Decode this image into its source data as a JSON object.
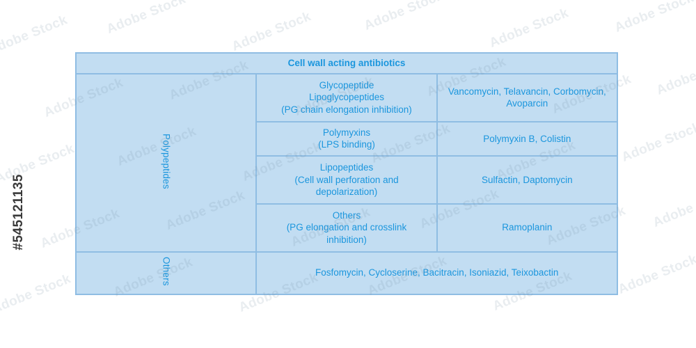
{
  "watermark": {
    "text": "Adobe Stock",
    "stock_id": "#545121135"
  },
  "table": {
    "header": "Cell wall acting antibiotics",
    "groups": [
      {
        "label": "Polypeptides"
      },
      {
        "label": "Others"
      }
    ],
    "rows": [
      {
        "group": "Polypeptides",
        "category_lines": [
          "Glycopeptide",
          "Lipoglycopeptides",
          "(PG chain elongation inhibition)"
        ],
        "drugs": "Vancomycin, Telavancin, Corbomycin, Avoparcin"
      },
      {
        "group": "Polypeptides",
        "category_lines": [
          "Polymyxins",
          "(LPS binding)"
        ],
        "drugs": "Polymyxin B, Colistin"
      },
      {
        "group": "Polypeptides",
        "category_lines": [
          "Lipopeptides",
          "(Cell wall perforation and",
          "depolarization)"
        ],
        "drugs": "Sulfactin, Daptomycin"
      },
      {
        "group": "Polypeptides",
        "category_lines": [
          "Others",
          "(PG elongation and crosslink",
          "inhibition)"
        ],
        "drugs": "Ramoplanin"
      },
      {
        "group": "Others",
        "category_lines": [],
        "drugs": "Fosfomycin, Cycloserine, Bacitracin, Isoniazid, Teixobactin"
      }
    ]
  },
  "colors": {
    "cell_background": "#c2ddf2",
    "border": "#8fbde3",
    "text": "#1b96dd",
    "page_background": "#ffffff"
  }
}
